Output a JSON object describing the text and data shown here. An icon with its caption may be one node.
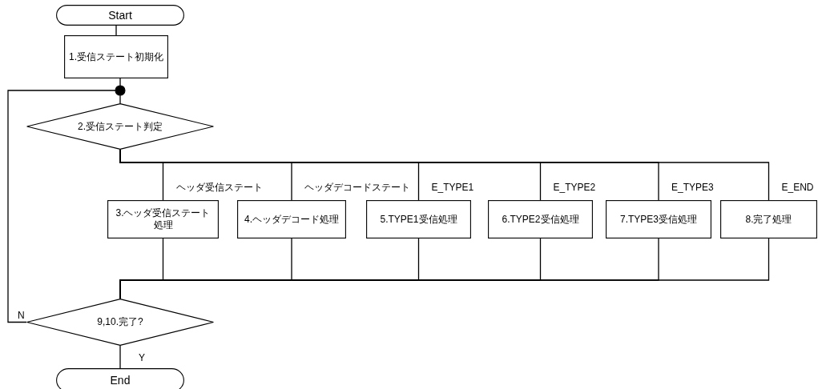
{
  "diagram": {
    "nodes": [
      {
        "text": [
          "Start"
        ]
      },
      {
        "text": [
          "1.受信ステート初期化"
        ]
      },
      {
        "text": [],
        "shape": "circle"
      },
      {
        "text": [
          "2.受信ステート判定"
        ]
      },
      {
        "text": [
          "3.ヘッダ受信ステート処理"
        ]
      },
      {
        "text": [
          "4.ヘッダデコード処理"
        ]
      },
      {
        "text": [
          "5.TYPE1受信処理"
        ]
      },
      {
        "text": [
          "6.TYPE2受信処理"
        ]
      },
      {
        "text": [
          "7.TYPE3受信処理"
        ]
      },
      {
        "text": [
          "8.完了処理"
        ]
      },
      {
        "text": [
          "9,10.完了?"
        ]
      },
      {
        "text": [
          "End"
        ]
      }
    ],
    "edges": [
      {
        "from": 0,
        "to": 1,
        "arrow": "none"
      },
      {
        "from": 1,
        "to": 2,
        "arrow": "none"
      },
      {
        "from": 2,
        "to": 3,
        "arrow": "none"
      },
      {
        "from": 3,
        "to": 4,
        "arrow": "none",
        "label": "ヘッダ受信ステート"
      },
      {
        "from": 3,
        "to": 5,
        "arrow": "none",
        "label": "ヘッダデコードステート"
      },
      {
        "from": 3,
        "to": 6,
        "arrow": "none",
        "label": "E_TYPE1"
      },
      {
        "from": 3,
        "to": 7,
        "arrow": "none",
        "label": "E_TYPE2"
      },
      {
        "from": 3,
        "to": 8,
        "arrow": "none",
        "label": "E_TYPE3"
      },
      {
        "from": 3,
        "to": 9,
        "arrow": "none",
        "label": "E_END"
      },
      {
        "from": 4,
        "to": 10,
        "arrow": "none"
      },
      {
        "from": 5,
        "to": 10,
        "arrow": "none"
      },
      {
        "from": 6,
        "to": 10,
        "arrow": "none"
      },
      {
        "from": 7,
        "to": 10,
        "arrow": "none"
      },
      {
        "from": 8,
        "to": 10,
        "arrow": "none"
      },
      {
        "from": 9,
        "to": 10,
        "arrow": "none"
      },
      {
        "from": 10,
        "to": 11,
        "arrow": "none",
        "label": "Y"
      },
      {
        "from": 10,
        "to": 2,
        "arrow": "none",
        "label": "N"
      }
    ]
  }
}
